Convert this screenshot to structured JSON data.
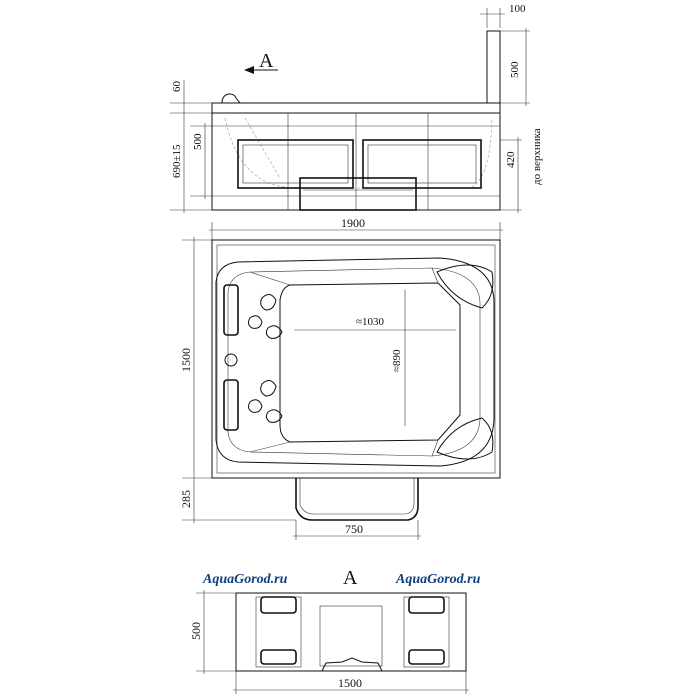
{
  "watermarks": {
    "left": "AquaGorod.ru",
    "right": "AquaGorod.ru"
  },
  "view_label": {
    "marker": "A",
    "section_title": "A"
  },
  "side_view": {
    "dims": {
      "top_right_width": "100",
      "top_right_height": "500",
      "rim": "60",
      "height_total": "690±15",
      "panel_height": "500",
      "backrest_height": "420",
      "backrest_note": "до верхника"
    }
  },
  "top_view": {
    "dims": {
      "length": "1900",
      "width": "1500",
      "inner_length": "≈1030",
      "inner_width": "≈890",
      "step_depth": "285",
      "step_width": "750"
    }
  },
  "section_a": {
    "dims": {
      "height": "500",
      "length": "1500"
    }
  }
}
